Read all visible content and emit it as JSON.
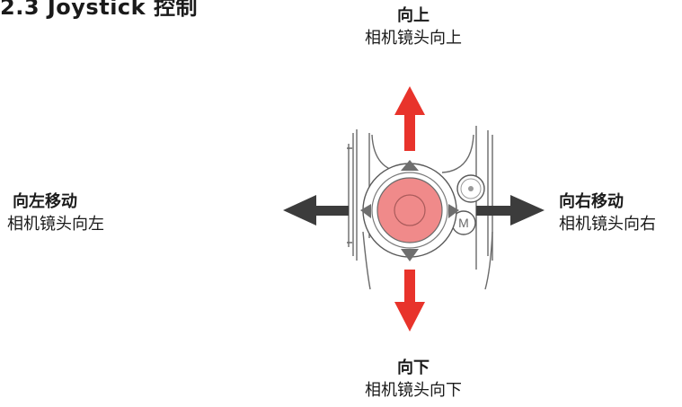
{
  "heading": "2.3 Joystick 控制",
  "directions": {
    "up": {
      "title": "向上",
      "desc": "相机镜头向上"
    },
    "down": {
      "title": "向下",
      "desc": "相机镜头向下"
    },
    "left": {
      "title": "向左移动",
      "desc": "相机镜头向左"
    },
    "right": {
      "title": "向右移动",
      "desc": "相机镜头向右"
    }
  },
  "device": {
    "mode_button_label": "M"
  },
  "colors": {
    "vertical_arrow": "#e8332b",
    "horizontal_arrow": "#3c3c3c",
    "joystick_fill": "#f08a8a",
    "outline": "#5a5a5a"
  }
}
